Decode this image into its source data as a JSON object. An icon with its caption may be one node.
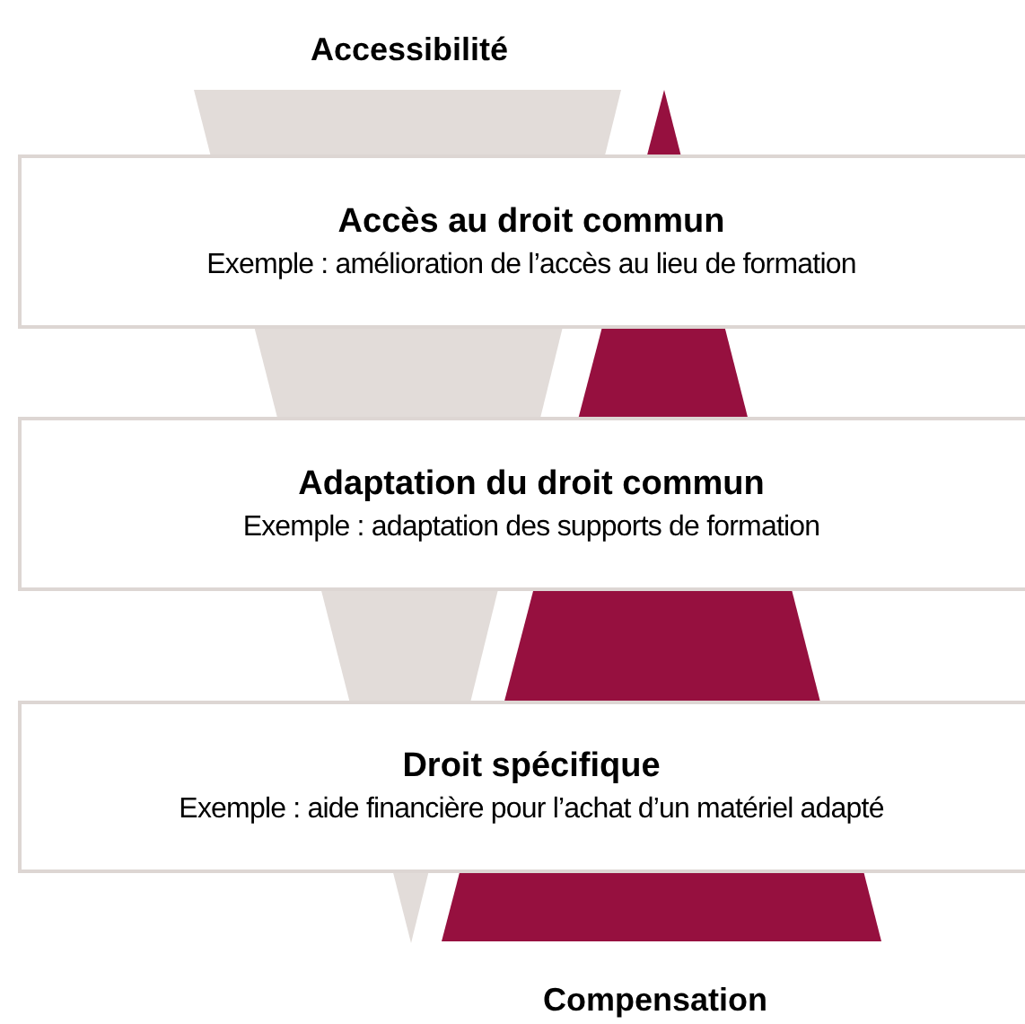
{
  "diagram": {
    "nodes": [
      {
        "text": [
          "Accès au droit commun",
          "Exemple : amélioration de l’accès au lieu de formation"
        ]
      },
      {
        "text": [
          "Adaptation du droit commun",
          "Exemple : adaptation des supports de formation"
        ]
      },
      {
        "text": [
          "Droit spécifique",
          "Exemple : aide financière pour l’achat d’un matériel adapté"
        ]
      }
    ],
    "edges": [],
    "labels": [
      "Accessibilité",
      "Compensation"
    ]
  }
}
